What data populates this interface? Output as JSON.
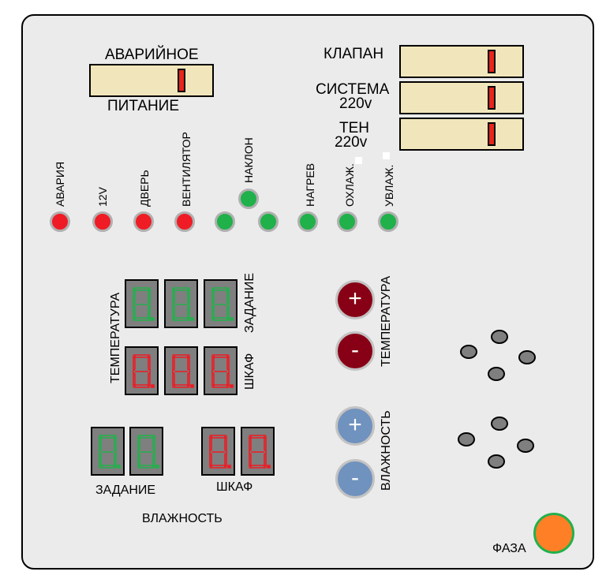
{
  "switches": {
    "emergency_top": "АВАРИЙНОЕ",
    "emergency_bottom": "ПИТАНИЕ",
    "valve": "КЛАПАН",
    "system_line1": "СИСТЕМА",
    "system_line2": "220v",
    "heater_line1": "ТЕН",
    "heater_line2": "220v"
  },
  "indicators": [
    {
      "label": "АВАРИЯ",
      "color": "#ef1c26"
    },
    {
      "label": "12V",
      "color": "#ef1c26"
    },
    {
      "label": "ДВЕРЬ",
      "color": "#ef1c26"
    },
    {
      "label": "ВЕНТИЛЯТОР",
      "color": "#ef1c26"
    },
    {
      "label": "НАКЛОН",
      "color": "#20b14a"
    },
    {
      "label": "НАГРЕВ",
      "color": "#20b14a"
    },
    {
      "label": "ОХЛАЖ.",
      "color": "#20b14a"
    },
    {
      "label": "УВЛАЖ.",
      "color": "#20b14a"
    }
  ],
  "temperature_display": {
    "group_label": "ТЕМПЕРАТУРА",
    "setpoint_label": "ЗАДАНИЕ",
    "cabinet_label": "ШКАФ",
    "setpoint_color": "#22b14c",
    "cabinet_color": "#ed1c24"
  },
  "humidity_display": {
    "setpoint_label": "ЗАДАНИЕ",
    "cabinet_label": "ШКАФ",
    "group_label": "ВЛАЖНОСТЬ"
  },
  "controls": {
    "temperature_label": "ТЕМПЕРАТУРА",
    "humidity_label": "ВЛАЖНОСТЬ",
    "plus": "+",
    "minus": "-"
  },
  "phase": {
    "label": "ФАЗА",
    "color": "#ff7f27"
  }
}
